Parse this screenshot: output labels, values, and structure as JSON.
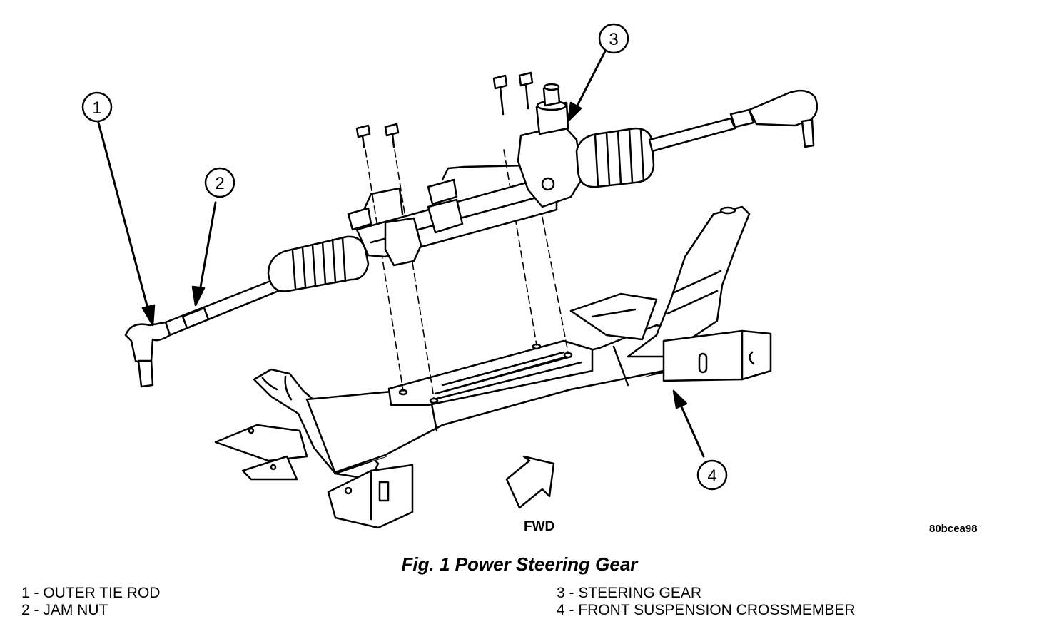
{
  "callouts": [
    "1",
    "2",
    "3",
    "4"
  ],
  "fwd_label": "FWD",
  "figure_code": "80bcea98",
  "caption": "Fig. 1 Power Steering Gear",
  "legend": [
    {
      "num": "1",
      "text": "1 - OUTER TIE ROD"
    },
    {
      "num": "2",
      "text": "2 - JAM NUT"
    },
    {
      "num": "3",
      "text": "3 - STEERING GEAR"
    },
    {
      "num": "4",
      "text": "4 - FRONT SUSPENSION CROSSMEMBER"
    }
  ],
  "colors": {
    "line": "#000000",
    "background": "#ffffff"
  },
  "icons": [
    "fwd-arrow-icon",
    "callout-arrow-icon"
  ]
}
